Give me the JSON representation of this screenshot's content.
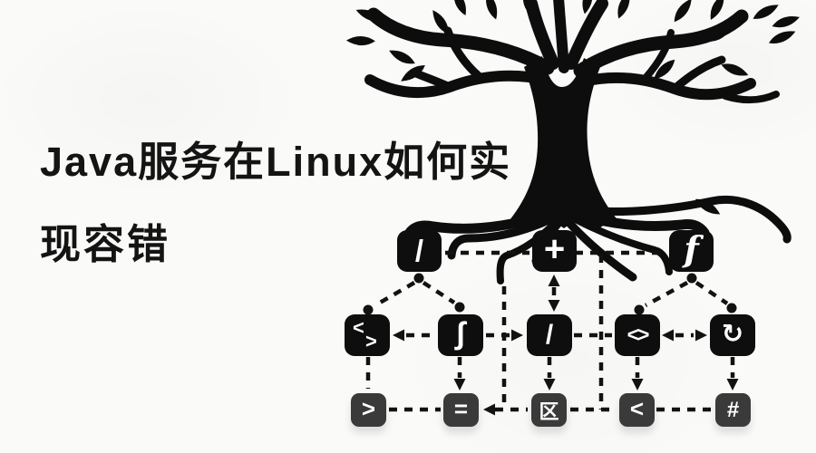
{
  "page": {
    "background": "#fafaf8",
    "ink_color": "#0d0d0d",
    "node_black": "#0e0e0e",
    "node_gray": "#3a3a3a",
    "glyph_color": "#ffffff"
  },
  "title": {
    "line1": "Java服务在Linux如何实",
    "line2": "现容错"
  },
  "illustration": {
    "description": "black tree silhouette with roots feeding a dashed flowchart",
    "tree_icon": "tree-silhouette"
  },
  "diagram": {
    "rows": [
      {
        "nodes": [
          {
            "name": "slash",
            "symbol": "/"
          },
          {
            "name": "plus",
            "symbol": "+"
          },
          {
            "name": "function",
            "symbol": "f"
          }
        ]
      },
      {
        "nodes": [
          {
            "name": "code-stacked",
            "symbol_top": "<",
            "symbol_bottom": ">"
          },
          {
            "name": "integral",
            "symbol": "∫"
          },
          {
            "name": "slash",
            "symbol": "/"
          },
          {
            "name": "angle-brackets",
            "symbol": "<>"
          },
          {
            "name": "refresh",
            "symbol": "↻"
          }
        ]
      },
      {
        "nodes": [
          {
            "name": "greater-than",
            "symbol": ">"
          },
          {
            "name": "equals",
            "symbol": "="
          },
          {
            "name": "block-char",
            "symbol": "区"
          },
          {
            "name": "less-than",
            "symbol": "<"
          },
          {
            "name": "hash",
            "symbol": "#"
          }
        ]
      }
    ]
  }
}
